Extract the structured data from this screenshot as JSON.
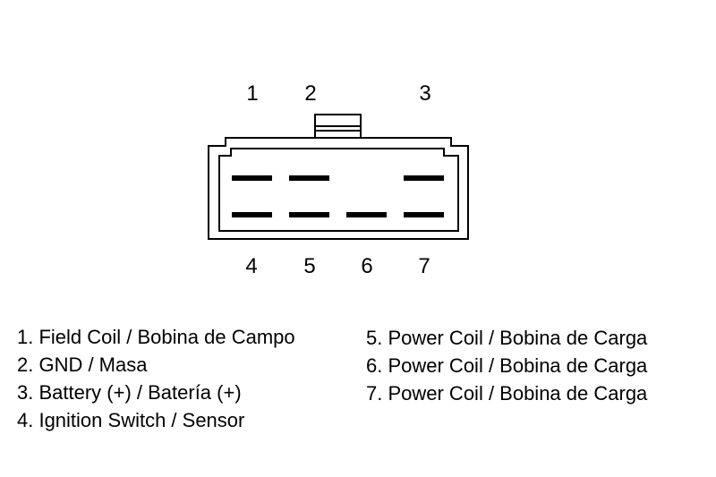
{
  "connector": {
    "top_pins": [
      {
        "number": "1"
      },
      {
        "number": "2"
      },
      {
        "number": "3"
      }
    ],
    "bottom_pins": [
      {
        "number": "4"
      },
      {
        "number": "5"
      },
      {
        "number": "6"
      },
      {
        "number": "7"
      }
    ],
    "line_color": "#000000",
    "background_color": "#ffffff"
  },
  "legend": {
    "left": [
      "1. Field Coil / Bobina de Campo",
      "2. GND / Masa",
      "3. Battery (+) / Batería (+)",
      "4. Ignition Switch / Sensor"
    ],
    "right": [
      "5. Power Coil / Bobina de Carga",
      "6. Power Coil / Bobina de Carga",
      "7. Power Coil / Bobina de Carga"
    ]
  }
}
